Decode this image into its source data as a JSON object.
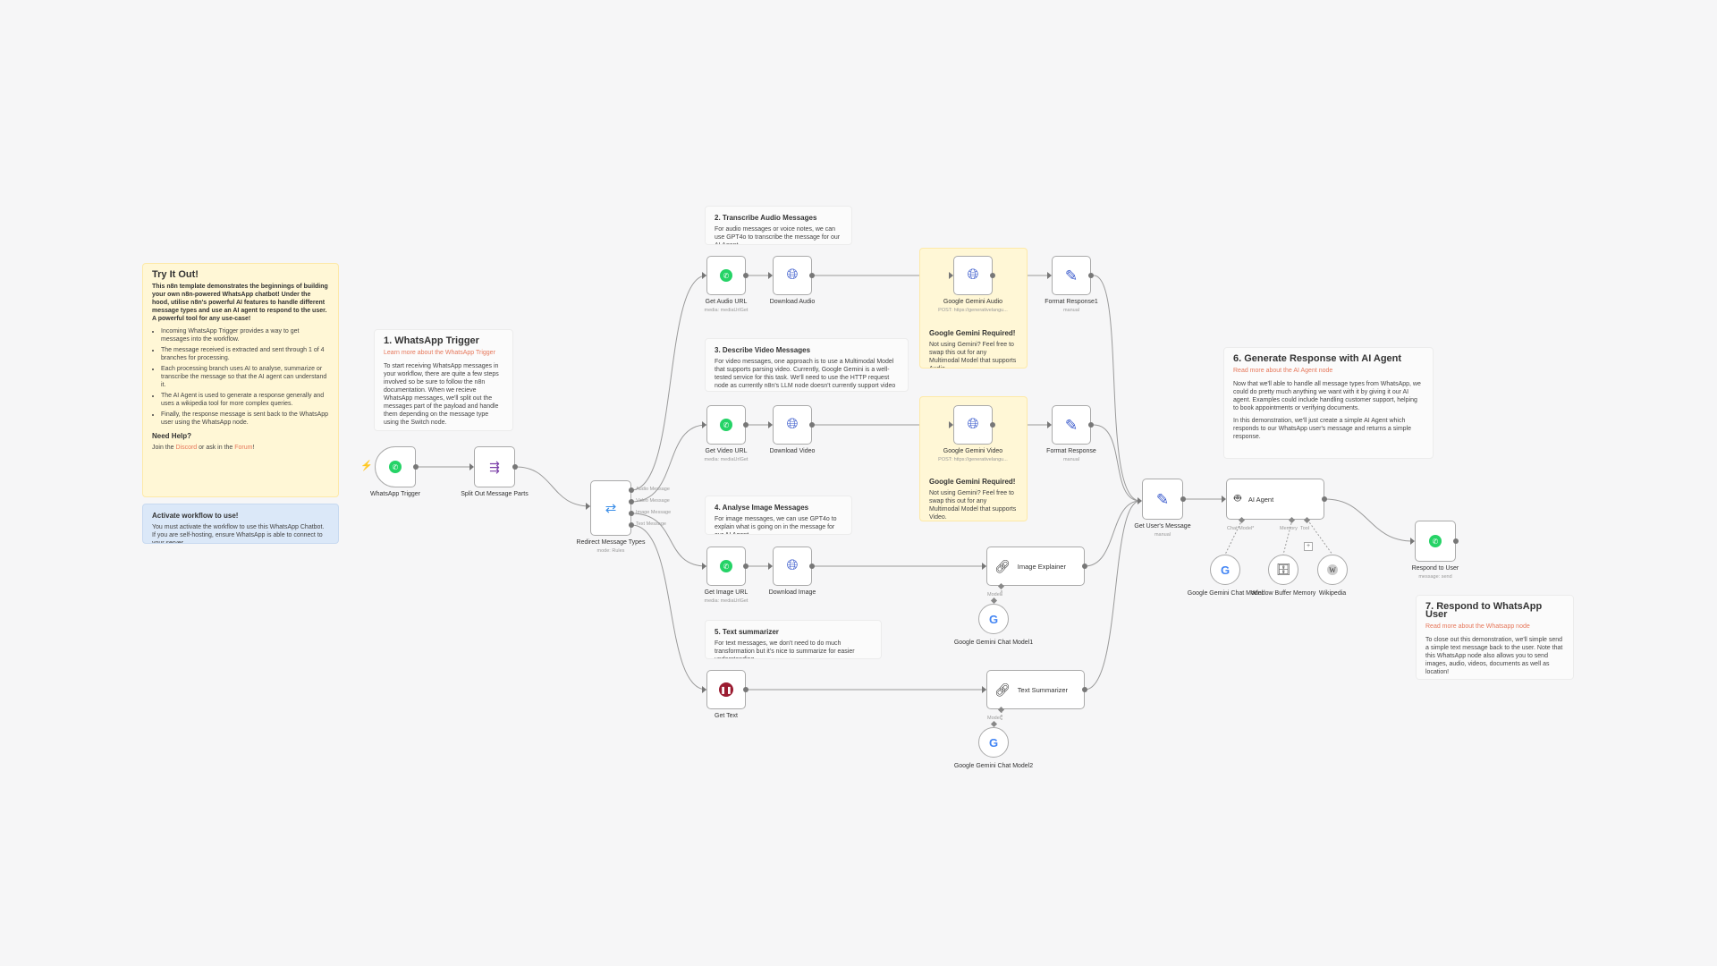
{
  "app": "n8n workflow canvas",
  "notes": {
    "try_it_out": {
      "title": "Try It Out!",
      "intro": "This n8n template demonstrates the beginnings of building your own n8n-powered WhatsApp chatbot! Under the hood, utilise n8n's powerful AI features to handle different message types and use an AI agent to respond to the user. A powerful tool for any use-case!",
      "bullets": [
        "Incoming WhatsApp Trigger provides a way to get messages into the workflow.",
        "The message received is extracted and sent through 1 of 4 branches for processing.",
        "Each processing branch uses AI to analyse, summarize or transcribe the message so that the AI agent can understand it.",
        "The AI Agent is used to generate a response generally and uses a wikipedia tool for more complex queries.",
        "Finally, the response message is sent back to the WhatsApp user using the WhatsApp node."
      ],
      "help_title": "Need Help?",
      "help_prefix": "Join the ",
      "help_link1": "Discord",
      "help_mid": " or ask in the ",
      "help_link2": "Forum",
      "help_suffix": "!"
    },
    "activate": {
      "title": "Activate workflow to use!",
      "body": "You must activate the workflow to use this WhatsApp Chatbot. If you are self-hosting, ensure WhatsApp is able to connect to your server."
    },
    "trigger": {
      "title": "1. WhatsApp Trigger",
      "link": "Learn more about the WhatsApp Trigger",
      "body": "To start receiving WhatsApp messages in your workflow, there are quite a few steps involved so be sure to follow the n8n documentation. When we recieve WhatsApp messages, we'll split out the messages part of the payload and handle them depending on the message type using the Switch node."
    },
    "audio": {
      "title": "2. Transcribe Audio Messages",
      "body": "For audio messages or voice notes, we can use GPT4o to transcribe the message for our AI Agent."
    },
    "video": {
      "title": "3. Describe Video Messages",
      "body": "For video messages, one approach is to use a Multimodal Model that supports parsing video. Currently, Google Gemini is a well-tested service for this task. We'll need to use the HTTP request node as currently n8n's LLM node doesn't currently support video binary types."
    },
    "image": {
      "title": "4. Analyse Image Messages",
      "body": "For image messages, we can use GPT4o to explain what is going on in the message for our AI Agent."
    },
    "text": {
      "title": "5. Text summarizer",
      "body": "For text messages, we don't need to do much transformation but it's nice to summarize for easier understanding."
    },
    "gemini_audio": {
      "title": "Google Gemini Required!",
      "body": "Not using Gemini? Feel free to swap this out for any Multimodal Model that supports Audio."
    },
    "gemini_video": {
      "title": "Google Gemini Required!",
      "body": "Not using Gemini? Feel free to swap this out for any Multimodal Model that supports Video."
    },
    "agent": {
      "title": "6. Generate Response with AI Agent",
      "link": "Read more about the AI Agent node",
      "body1": "Now that we'll able to handle all message types from WhatsApp, we could do pretty much anything we want with it by giving it our AI agent. Examples could include handling customer support, helping to book appointments or verifying documents.",
      "body2": "In this demonstration, we'll just create a simple AI Agent which responds to our WhatsApp user's message and returns a simple response."
    },
    "respond": {
      "title": "7. Respond to WhatsApp User",
      "link": "Read more about the Whatsapp node",
      "body": "To close out this demonstration, we'll simple send a simple text message back to the user. Note that this WhatsApp node also allows you to send images, audio, videos, documents as well as location!"
    }
  },
  "nodes": {
    "whatsapp_trigger": {
      "label": "WhatsApp Trigger",
      "icon": "whatsapp-icon"
    },
    "split_out": {
      "label": "Split Out Message Parts",
      "icon": "split-icon"
    },
    "redirect": {
      "label": "Redirect Message Types",
      "sub": "mode: Rules",
      "icon": "switch-icon",
      "outputs": [
        "Audio Message",
        "Video Message",
        "Image Message",
        "Text Message"
      ]
    },
    "get_audio_url": {
      "label": "Get Audio URL",
      "sub": "media: mediaUrlGet"
    },
    "download_audio": {
      "label": "Download Audio"
    },
    "gemini_audio": {
      "label": "Google Gemini Audio",
      "sub": "POST: https://generativelangu..."
    },
    "format_response1": {
      "label": "Format Response1",
      "sub": "manual"
    },
    "get_video_url": {
      "label": "Get Video URL",
      "sub": "media: mediaUrlGet"
    },
    "download_video": {
      "label": "Download Video"
    },
    "gemini_video": {
      "label": "Google Gemini Video",
      "sub": "POST: https://generativelangu..."
    },
    "format_response": {
      "label": "Format Response",
      "sub": "manual"
    },
    "get_image_url": {
      "label": "Get Image URL",
      "sub": "media: mediaUrlGet"
    },
    "download_image": {
      "label": "Download Image"
    },
    "image_explainer": {
      "label": "Image Explainer",
      "port": "Model*"
    },
    "gemini_chat_model1": {
      "label": "Google Gemini Chat Model1"
    },
    "get_text": {
      "label": "Get Text"
    },
    "text_summarizer": {
      "label": "Text Summarizer",
      "port": "Model*"
    },
    "gemini_chat_model2": {
      "label": "Google Gemini Chat Model2"
    },
    "get_users_message": {
      "label": "Get User's Message",
      "sub": "manual"
    },
    "ai_agent": {
      "label": "AI Agent",
      "ports": [
        "Chat Model*",
        "Memory",
        "Tool"
      ]
    },
    "gemini_chat_model": {
      "label": "Google Gemini Chat Model"
    },
    "window_buffer_memory": {
      "label": "Window Buffer Memory"
    },
    "wikipedia": {
      "label": "Wikipedia"
    },
    "respond_to_user": {
      "label": "Respond to User",
      "sub": "message: send"
    }
  },
  "colors": {
    "whatsapp": "#25d366",
    "accent_link": "#e6775a",
    "note_yellow": "#fff7d6",
    "note_blue": "#dbe8f8",
    "http_blue": "#3b5bcc",
    "wire": "#9a9a9a"
  }
}
